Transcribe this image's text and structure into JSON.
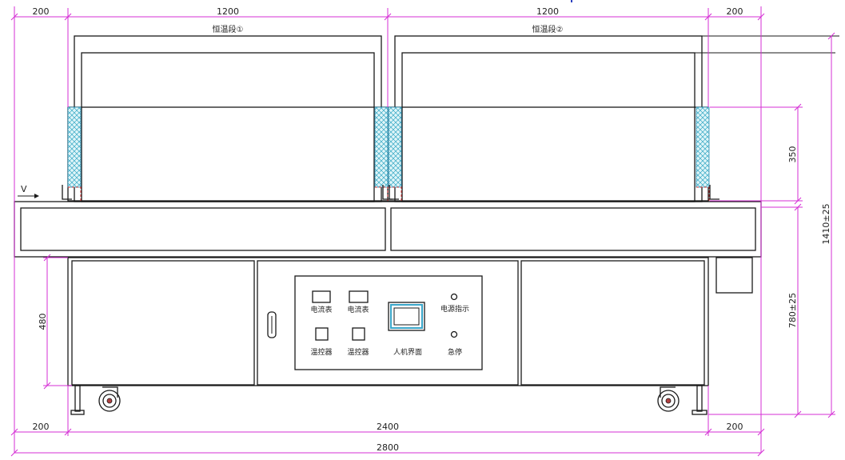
{
  "zones": {
    "zone1_label": "恒温段①",
    "zone2_label": "恒温段②"
  },
  "dimensions": {
    "top_left": "200",
    "top_zone1": "1200",
    "top_zone2": "1200",
    "top_right": "200",
    "bottom_left": "200",
    "bottom_mid": "2400",
    "bottom_right": "200",
    "overall_width": "2800",
    "zone_height": "350",
    "cabinet_height": "780±25",
    "total_height": "1410±25",
    "lower_height": "480"
  },
  "conveyor": {
    "direction_label": "V"
  },
  "control_panel": {
    "ammeter_1": "电流表",
    "ammeter_2": "电流表",
    "power_indicator": "电源指示",
    "temp_controller_1": "温控器",
    "temp_controller_2": "温控器",
    "hmi": "人机界面",
    "emergency_stop": "急停"
  },
  "colors": {
    "dimension_line": "#d62fd6",
    "insulation_hatch": "#2b8fb3",
    "hidden_line": "#d23030",
    "outline": "#1a1a1a"
  }
}
